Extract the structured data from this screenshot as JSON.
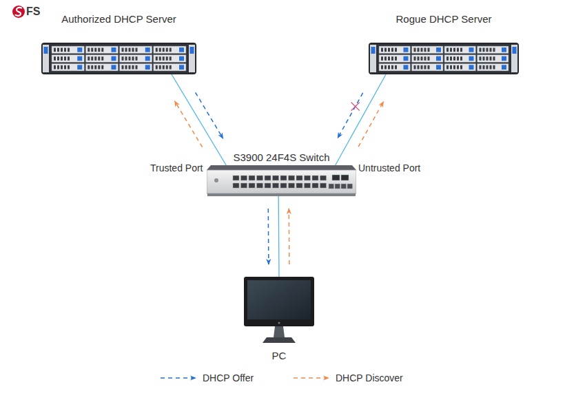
{
  "diagram": {
    "nodes": [
      {
        "text": [
          "Authorized DHCP Server"
        ]
      },
      {
        "text": [
          "Rogue DHCP Server"
        ]
      },
      {
        "text": [
          "S3900 24F4S Switch"
        ]
      },
      {
        "text": [
          "PC"
        ]
      }
    ],
    "edges": [
      {
        "from": 0,
        "to": 2,
        "arrow": "none"
      },
      {
        "from": 1,
        "to": 2,
        "arrow": "none"
      },
      {
        "from": 2,
        "to": 3,
        "arrow": "none"
      },
      {
        "from": 0,
        "to": 2,
        "arrow": "to"
      },
      {
        "from": 2,
        "to": 0,
        "arrow": "to"
      },
      {
        "from": 1,
        "to": 2,
        "arrow": "to"
      },
      {
        "from": 2,
        "to": 1,
        "arrow": "to"
      },
      {
        "from": 2,
        "to": 3,
        "arrow": "to"
      },
      {
        "from": 3,
        "to": 2,
        "arrow": "to"
      }
    ],
    "labels": [
      "FS",
      "Trusted Port",
      "Untrusted Port"
    ],
    "legend": [
      {
        "text": "DHCP Offer"
      },
      {
        "text": "DHCP Discover"
      }
    ]
  }
}
